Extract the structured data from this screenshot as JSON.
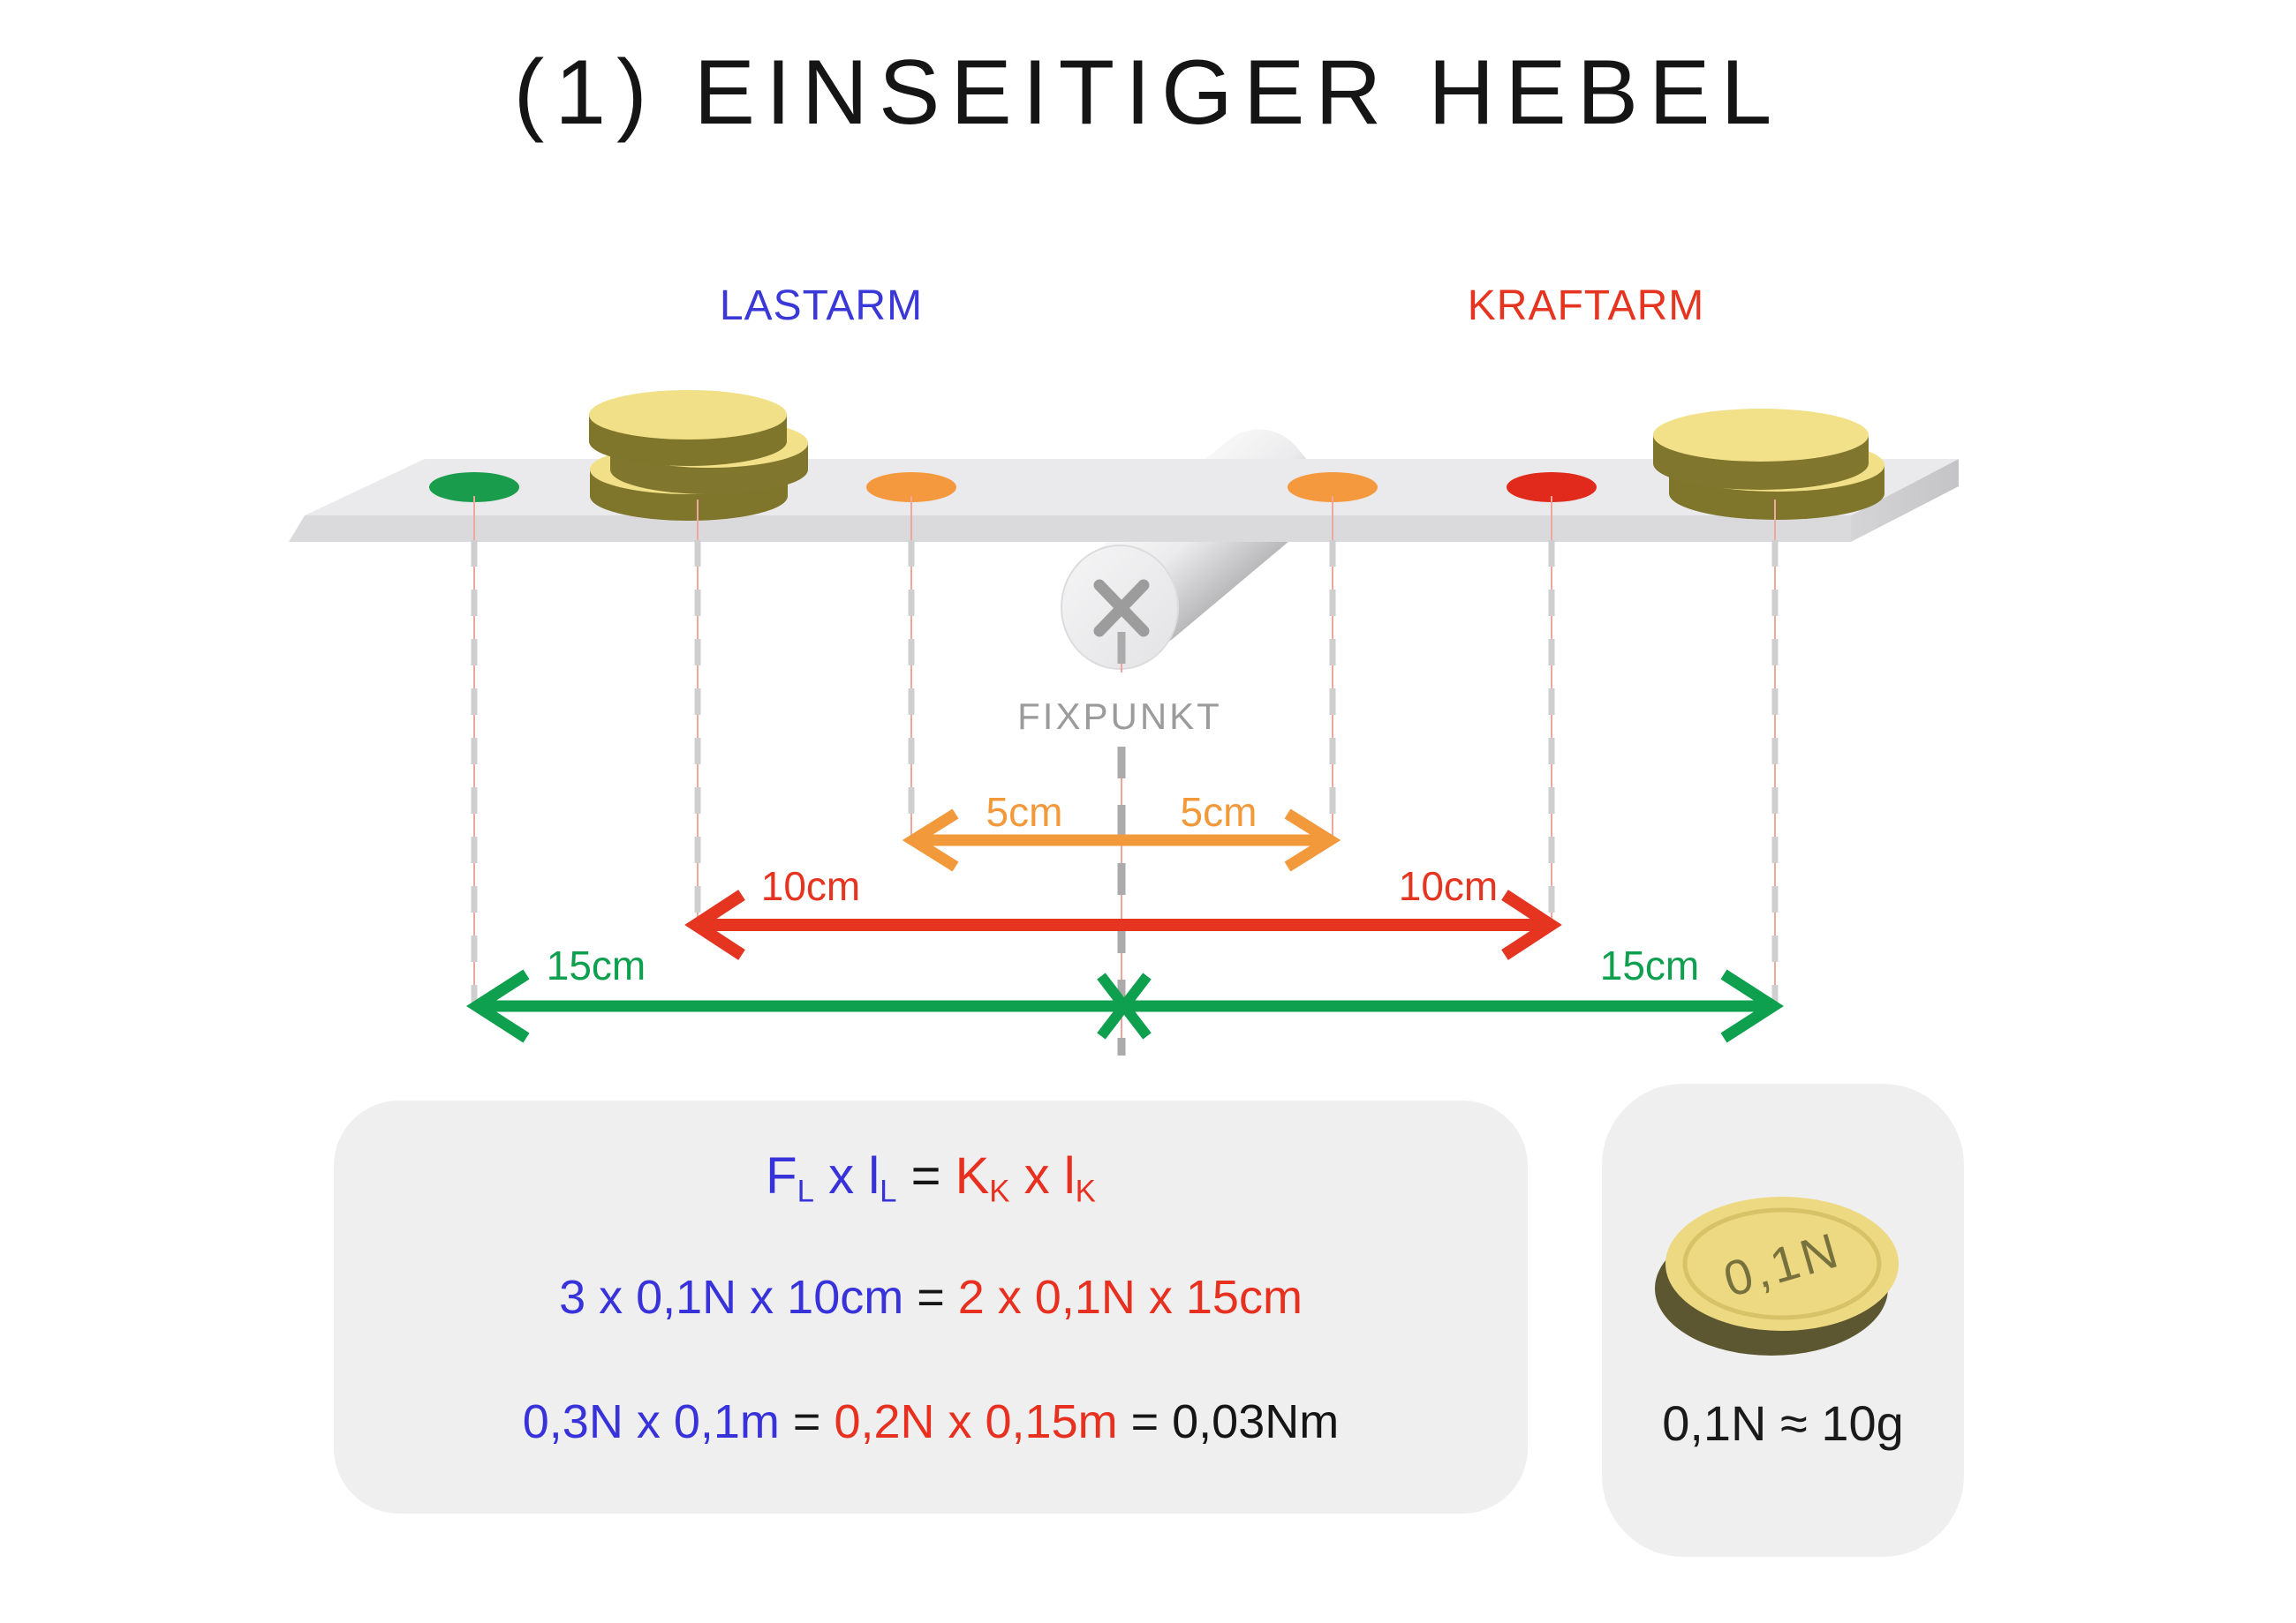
{
  "title": "(1) EINSEITIGER HEBEL",
  "beam_labels": {
    "lastarm": "LASTARM",
    "kraftarm": "KRAFTARM",
    "fixpunkt": "FIXPUNKT"
  },
  "measurements": {
    "orange_left": "5cm",
    "orange_right": "5cm",
    "red_left": "10cm",
    "red_right": "10cm",
    "green_left": "15cm",
    "green_right": "15cm"
  },
  "colors": {
    "blue": "#3B38D8",
    "red": "#E5341F",
    "orange": "#F2993B",
    "green": "#0FA04F",
    "gray_label": "#9B9B9B",
    "dot_green": "#1A9C4D",
    "dot_orange": "#F5993F",
    "dot_red": "#E22A1C",
    "coin_face": "#F1E087",
    "coin_side": "#7F752B"
  },
  "formula_box": {
    "lines": [
      [
        {
          "t": "F",
          "sub": "L",
          "c": "#3732D9"
        },
        {
          "t": " x ",
          "c": "#3732D9"
        },
        {
          "t": "l",
          "sub": "L",
          "c": "#3732D9"
        },
        {
          "t": " = ",
          "c": "#151515"
        },
        {
          "t": "K",
          "sub": "K",
          "c": "#E7301F"
        },
        {
          "t": " x ",
          "c": "#E7301F"
        },
        {
          "t": "l",
          "sub": "K",
          "c": "#E7301F"
        }
      ],
      [
        {
          "t": "3 x 0,1N x 10cm",
          "c": "#3732D9"
        },
        {
          "t": " = ",
          "c": "#151515"
        },
        {
          "t": "2 x 0,1N x 15cm",
          "c": "#E7301F"
        }
      ],
      [
        {
          "t": "0,3N x 0,1m",
          "c": "#3732D9"
        },
        {
          "t": " = ",
          "c": "#151515"
        },
        {
          "t": "0,2N x 0,15m",
          "c": "#E7301F"
        },
        {
          "t": " = ",
          "c": "#151515"
        },
        {
          "t": "0,03Nm",
          "c": "#151515"
        }
      ]
    ]
  },
  "coin_box": {
    "coin_label": "0,1N",
    "caption": "0,1N ≈ 10g"
  }
}
